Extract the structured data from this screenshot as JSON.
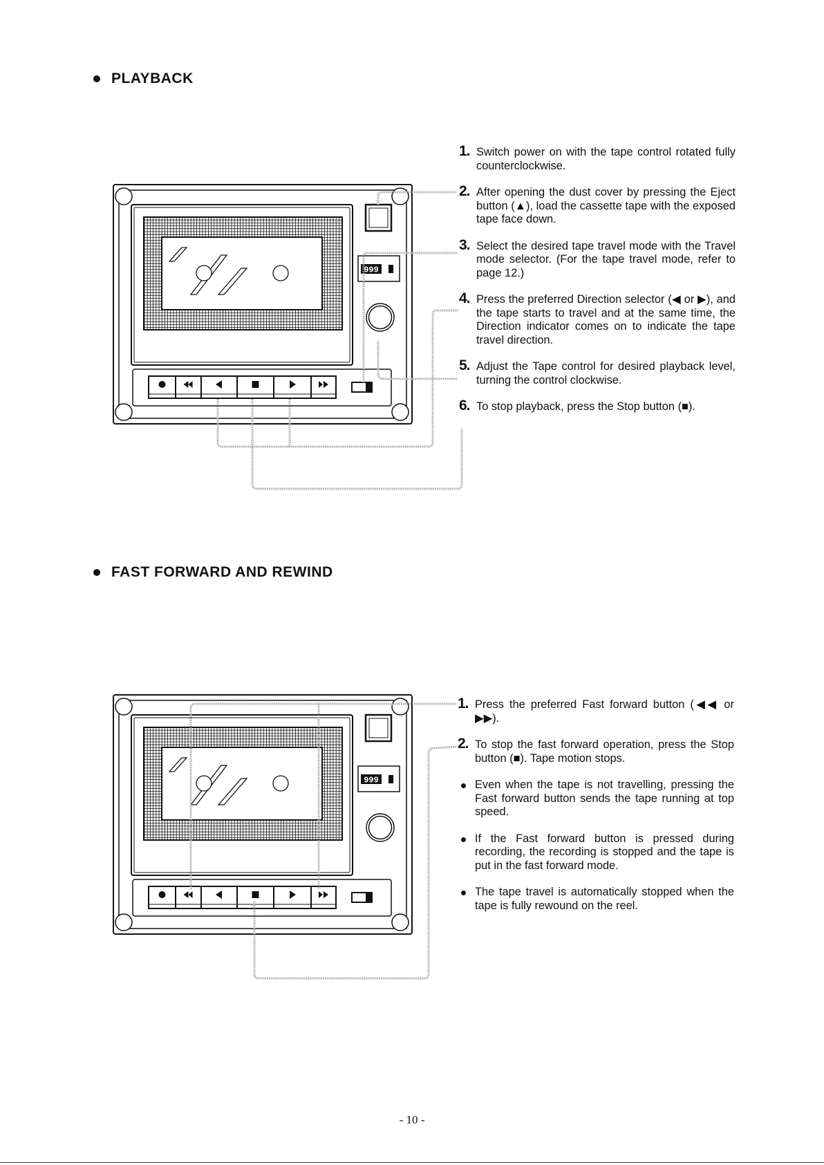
{
  "playback": {
    "title": "PLAYBACK",
    "steps": [
      {
        "num": "1.",
        "text": "Switch power on with the tape control rotated fully counterclockwise."
      },
      {
        "num": "2.",
        "text": "After opening the dust cover by pressing the Eject button (▲), load the cassette tape with the exposed tape face down."
      },
      {
        "num": "3.",
        "text": "Select the desired tape travel mode with the Travel mode selector. (For the tape travel mode, refer to page 12.)"
      },
      {
        "num": "4.",
        "text": "Press the preferred Direction selector (◀ or ▶), and the tape starts to travel and at the same time, the Direction indicator comes on to indicate the tape travel direction."
      },
      {
        "num": "5.",
        "text": "Adjust the Tape control for desired playback level, turning the control clockwise."
      },
      {
        "num": "6.",
        "text": "To stop playback, press the Stop button (■)."
      }
    ]
  },
  "fast_forward": {
    "title": "FAST FORWARD AND REWIND",
    "steps": [
      {
        "num": "1.",
        "text": "Press the preferred Fast forward button (◀◀ or ▶▶)."
      },
      {
        "num": "2.",
        "text": "To stop the fast forward operation, press the Stop button (■). Tape motion stops."
      }
    ],
    "notes": [
      "Even when the tape is not travelling, pressing the Fast forward button sends the tape running at top speed.",
      "If the Fast forward button is pressed during recording, the recording is stopped and the tape is put in the fast forward mode.",
      "The tape travel is automatically stopped when the tape is fully rewound on the reel."
    ]
  },
  "device": {
    "counter": "999",
    "buttons": [
      "record",
      "rewind",
      "reverse-play",
      "stop",
      "play",
      "fast-forward"
    ]
  },
  "page_number": "- 10 -"
}
